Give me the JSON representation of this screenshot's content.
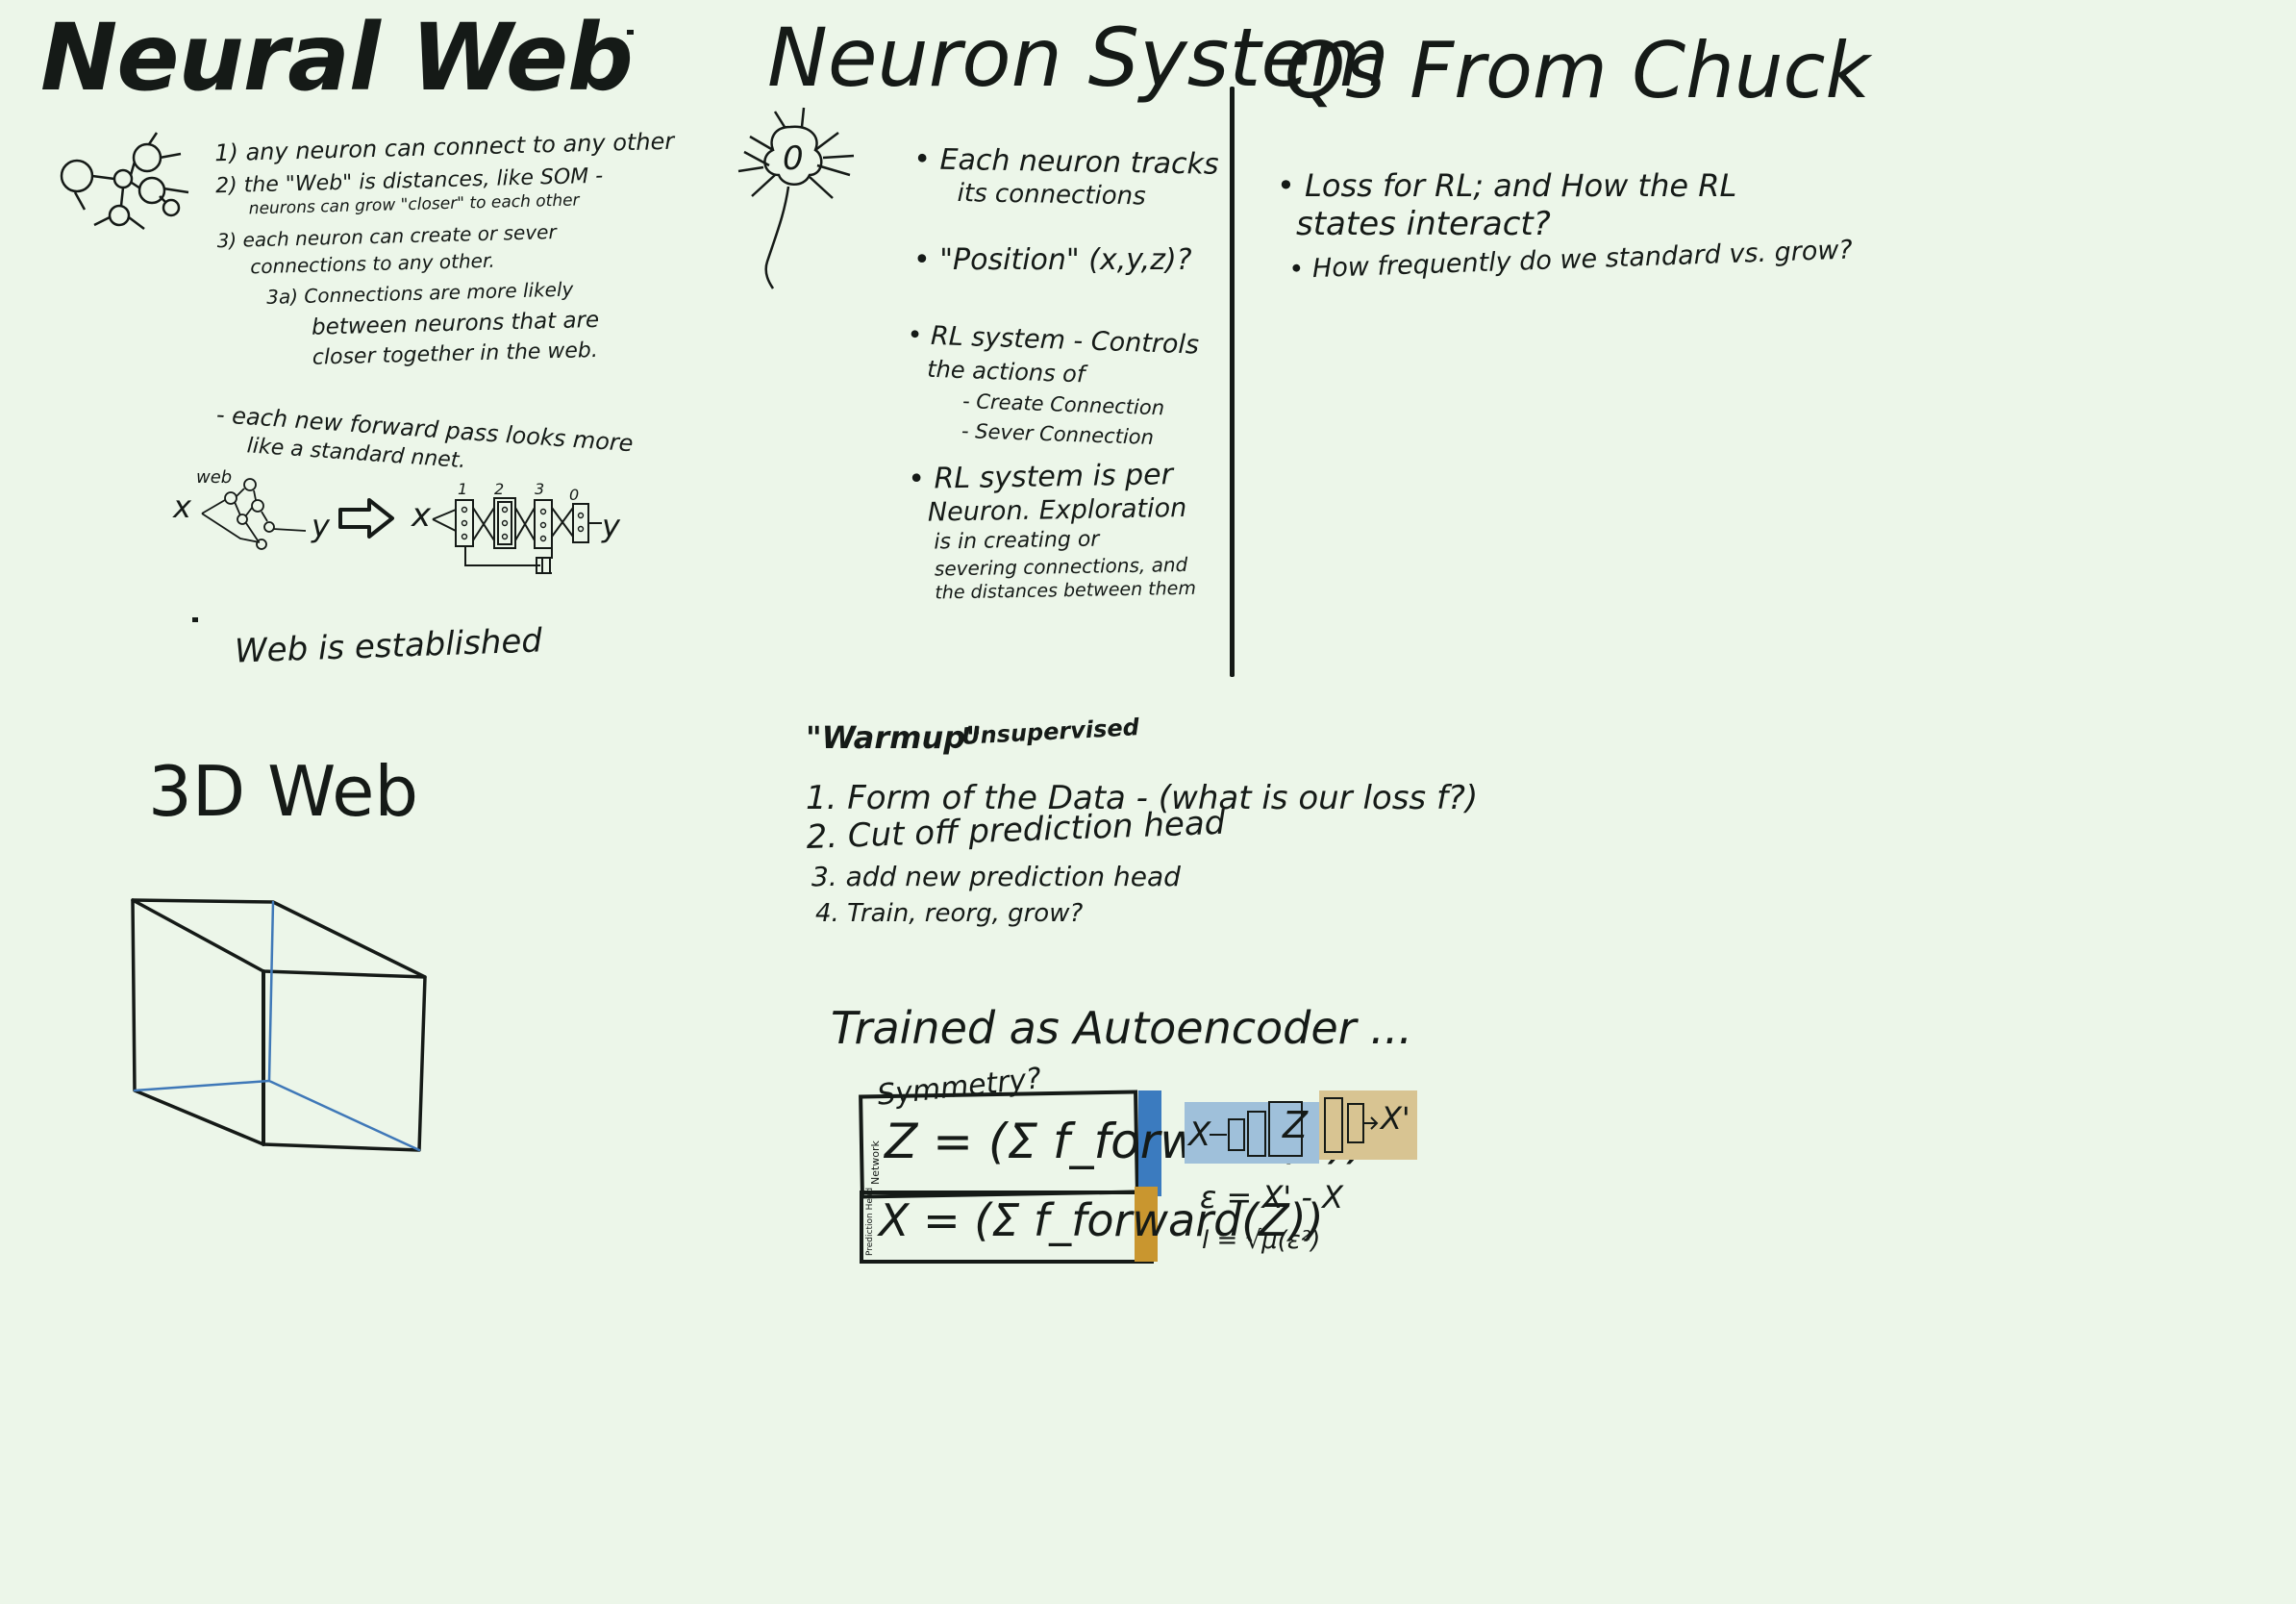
{
  "neural_web": {
    "title": "Neural Web",
    "points": [
      "1) any neuron can connect to any other",
      "2) the \"Web\" is distances, like SOM -",
      "neurons can grow \"closer\" to each other",
      "3) each neuron can create or sever",
      "connections to any other.",
      "3a) Connections are more likely",
      "between neurons that are",
      "closer together in the web."
    ],
    "forward_pass_note": [
      "- each new forward pass looks more",
      "like a standard nnet."
    ],
    "diagram": {
      "web_label": "web",
      "input_label": "x",
      "output_label": "y",
      "layer_numbers": [
        "1",
        "2",
        "3",
        "0"
      ],
      "nnet_input": "x",
      "nnet_output": "y"
    },
    "established": "Web is established"
  },
  "neuron_system": {
    "title": "Neuron System",
    "neuron_glyph": "0",
    "bullets": [
      [
        "• Each neuron tracks",
        "its connections"
      ],
      [
        "• \"Position\" (x,y,z)?"
      ],
      [
        "• RL system - Controls",
        "the actions of",
        "- Create Connection",
        "- Sever Connection"
      ],
      [
        "• RL system is per",
        "Neuron. Exploration",
        "is in creating or",
        "severing connections, and",
        "the distances between them"
      ]
    ]
  },
  "qs_from_chuck": {
    "title": "Qs From Chuck",
    "bullets": [
      [
        "• Loss for RL; and How the RL",
        "states interact?"
      ],
      [
        "• How frequently do we standard vs. grow?"
      ]
    ]
  },
  "web_3d": {
    "title": "3D Web"
  },
  "warmup": {
    "title": "\"Warmup\"",
    "subtitle": "Unsupervised",
    "steps": [
      "1. Form of the Data - (what is our loss f?)",
      "2. Cut off prediction head",
      "3. add new prediction head",
      "4. Train, reorg, grow?"
    ]
  },
  "autoencoder": {
    "title": "Trained as Autoencoder ...",
    "symmetry": "Symmetry?",
    "network_label": "Network",
    "prediction_label": "Prediction Head",
    "eq_forward": "Z = (Σ f_forward(X))",
    "eq_backward": "X = (Σ f_forward(Z))",
    "diagram_input": "X",
    "diagram_latent": "Z",
    "diagram_output": "X'",
    "error_eq": "ε = X' - X",
    "loss_eq": "l = √μ(ε²)",
    "colors": {
      "encoder": "#3b7bbf",
      "decoder": "#c9962f",
      "encoder_fill": "#9fc0da",
      "decoder_fill": "#d8c492"
    }
  }
}
